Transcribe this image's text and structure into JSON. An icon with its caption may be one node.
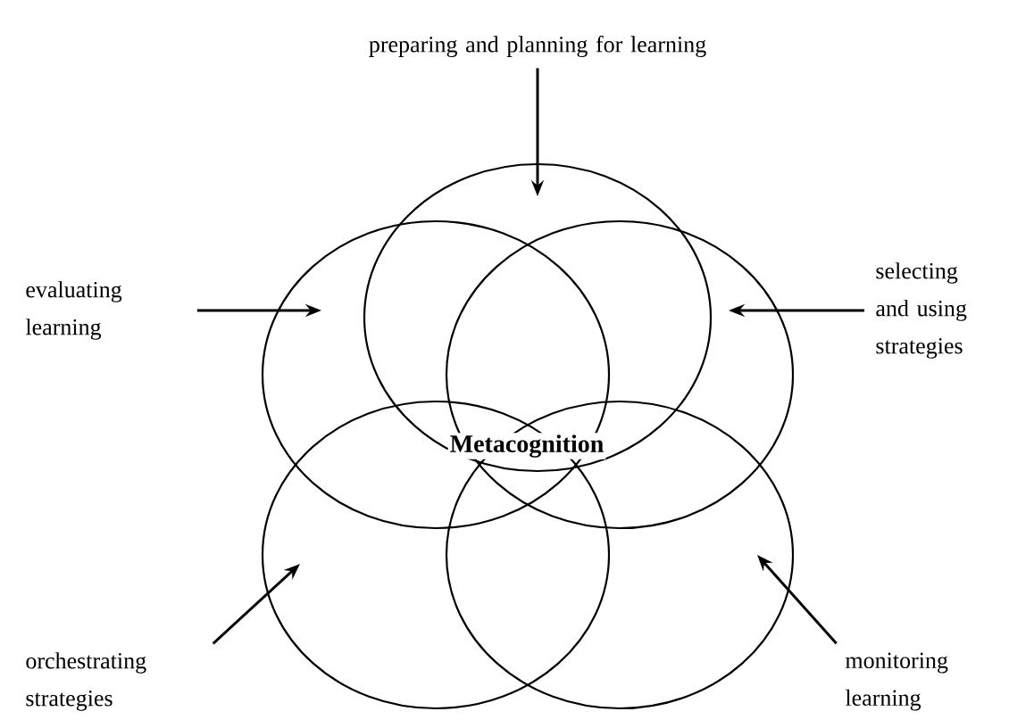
{
  "diagram": {
    "nodes": [
      {
        "text": [
          "preparing and planning for learning"
        ]
      },
      {
        "text": [],
        "shape": "circle"
      },
      {
        "text": [
          "evaluating learning"
        ]
      },
      {
        "text": [],
        "shape": "circle"
      },
      {
        "text": [],
        "shape": "circle"
      },
      {
        "text": [
          "selecting and using strategies"
        ]
      },
      {
        "text": [
          "orchestrating strategies"
        ]
      },
      {
        "text": [],
        "shape": "circle"
      },
      {
        "text": [],
        "shape": "circle"
      },
      {
        "text": [
          "monitoring learning"
        ]
      }
    ],
    "edges": [
      {
        "from": 0,
        "to": 1,
        "arrow": "to"
      },
      {
        "from": 2,
        "to": 3,
        "arrow": "to"
      },
      {
        "from": 5,
        "to": 4,
        "arrow": "to"
      },
      {
        "from": 6,
        "to": 7,
        "arrow": "to"
      },
      {
        "from": 9,
        "to": 8,
        "arrow": "to"
      }
    ],
    "labels": [
      "Metacognition"
    ]
  }
}
